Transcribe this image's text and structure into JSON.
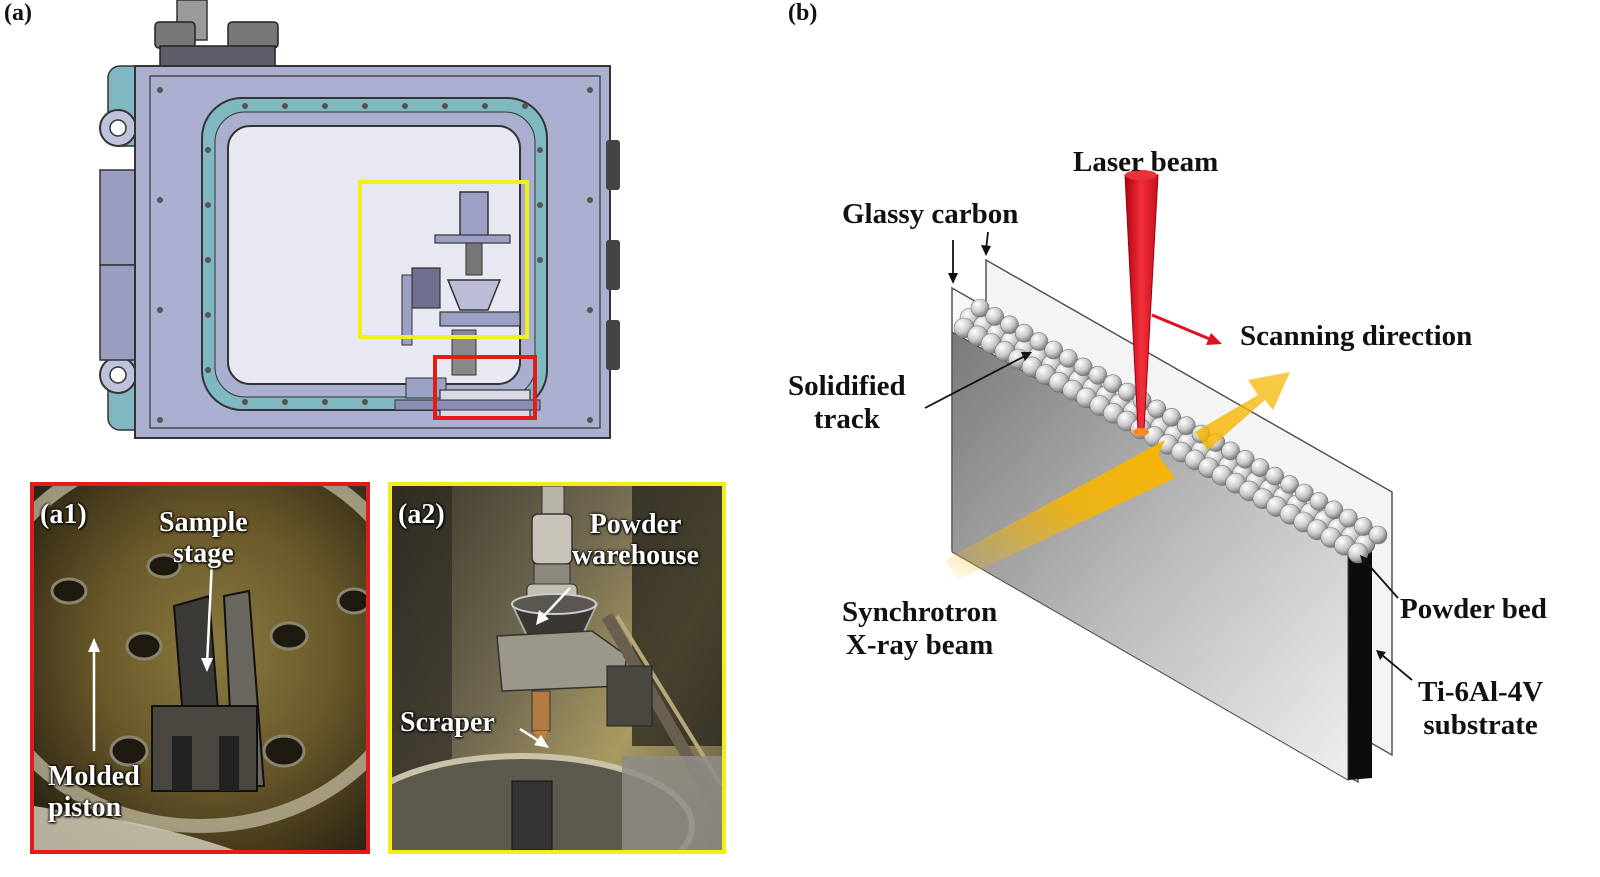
{
  "panels": {
    "a": {
      "tag": "(a)"
    },
    "b": {
      "tag": "(b)"
    },
    "a1": {
      "tag": "(a1)",
      "sample_stage": "Sample\nstage",
      "molded_piston": "Molded\npiston",
      "border_color": "#e31b1b"
    },
    "a2": {
      "tag": "(a2)",
      "powder_warehouse": "Powder\nwarehouse",
      "scraper": "Scraper",
      "border_color": "#f2ee1a"
    }
  },
  "diagram": {
    "laser_beam": "Laser beam",
    "glassy_carbon": "Glassy carbon",
    "scanning_direction": "Scanning direction",
    "solidified_track": "Solidified\ntrack",
    "synchrotron": "Synchrotron\nX-ray beam",
    "powder_bed": "Powder bed",
    "substrate": "Ti-6Al-4V\nsubstrate"
  },
  "colors": {
    "chamber": "#aaaecf",
    "seal": "#7fb8c0",
    "highlight_yellow": "#f2ee1a",
    "highlight_red": "#e31b1b",
    "laser": "#e0161e",
    "xray": "#f7b500"
  }
}
